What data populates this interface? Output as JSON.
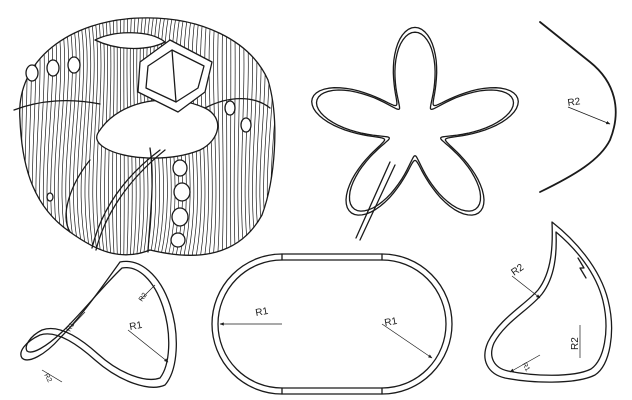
{
  "labels": {
    "r2_curve": "R2",
    "r1_left": "R1",
    "r2_left_small": "R2",
    "r1_left_small": "R1",
    "r2_left_tail": "R2",
    "r1_obround_left": "R1",
    "r1_obround_right": "R1",
    "r2_right_top": "R2",
    "r2_right_side": "R2",
    "r1_right_bottom": "R1"
  }
}
